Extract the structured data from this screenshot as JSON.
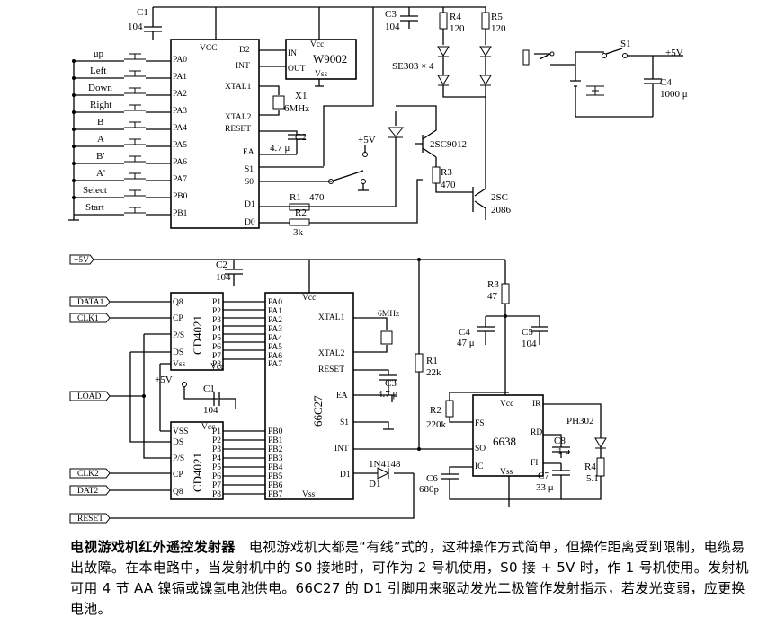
{
  "top": {
    "buttons": [
      "up",
      "Left",
      "Down",
      "Right",
      "B",
      "A",
      "B'",
      "A'",
      "Select",
      "Start"
    ],
    "mcu_pins_left": [
      "PA0",
      "PA1",
      "PA2",
      "PA3",
      "PA4",
      "PA5",
      "PA6",
      "PA7",
      "PB0",
      "PB1"
    ],
    "mcu_pins_right": [
      "D2",
      "INT",
      "XTAL1",
      "XTAL2",
      "RESET",
      "EA",
      "S1",
      "S0",
      "D1",
      "D0"
    ],
    "mcu_vcc": "VCC",
    "ic_name": "W9002",
    "ic_pins": [
      "IN",
      "OUT",
      "Vcc",
      "Vss"
    ],
    "c1": [
      "C1",
      "104"
    ],
    "c3": [
      "C3",
      "104"
    ],
    "r4": [
      "R4",
      "120"
    ],
    "r5": [
      "R5",
      "120"
    ],
    "led_label": "SE303 × 4",
    "x1": [
      "X1",
      "6MHz"
    ],
    "c2": [
      "C2",
      "4.7 μ"
    ],
    "plus5v": "+5V",
    "q1": "2SC9012",
    "r3": [
      "R3",
      "470"
    ],
    "r1": [
      "R1",
      "470"
    ],
    "r2": [
      "R2",
      "3k"
    ],
    "q2": [
      "2SC",
      "2086"
    ],
    "s1": "S1",
    "supply": "+5V",
    "c4": [
      "C4",
      "1000 μ"
    ]
  },
  "bottom": {
    "plus5v_in": "+5V",
    "inputs": [
      "DATA1",
      "CLK1",
      "LOAD",
      "CLK2",
      "DAT2",
      "RESET"
    ],
    "cd4021": "CD4021",
    "cd_pins_a": [
      "Q8",
      "CP",
      "P/S",
      "DS",
      "Vss"
    ],
    "cd_pins_b": [
      "VSS",
      "DS",
      "P/S",
      "CP",
      "Q8"
    ],
    "cd_p_a": [
      "P1",
      "P2",
      "P3",
      "P4",
      "P5",
      "P6",
      "P7",
      "P8"
    ],
    "cd_p_b": [
      "P1",
      "P2",
      "P3",
      "P4",
      "P5",
      "P6",
      "P7",
      "P8"
    ],
    "cd_vcc": "Vcc",
    "c2": [
      "C2",
      "104"
    ],
    "c1": [
      "C1",
      "104"
    ],
    "plus5v_mid": "+5V",
    "mcu": "66C27",
    "mcu_pa": [
      "PA0",
      "PA1",
      "PA2",
      "PA3",
      "PA4",
      "PA5",
      "PA6",
      "PA7"
    ],
    "mcu_pb": [
      "PB0",
      "PB1",
      "PB2",
      "PB3",
      "PB4",
      "PB5",
      "PB6",
      "PB7"
    ],
    "mcu_right": [
      "XTAL1",
      "XTAL2",
      "RESET",
      "EA",
      "S1",
      "INT",
      "D1"
    ],
    "mcu_vcc": "Vcc",
    "mcu_vss": "Vss",
    "xtal": "6MHz",
    "c3": [
      "C3",
      "4.7 μ"
    ],
    "r1": [
      "R1",
      "22k"
    ],
    "r2": [
      "R2",
      "220k"
    ],
    "diode": [
      "1N4148",
      "D1"
    ],
    "r3": [
      "R3",
      "47"
    ],
    "c4": [
      "C4",
      "47 μ"
    ],
    "c5": [
      "C5",
      "104"
    ],
    "ic": "6638",
    "ic_pins": [
      "Vcc",
      "FS",
      "SO",
      "IC",
      "Vss",
      "IR",
      "RD",
      "FI"
    ],
    "c6": [
      "C6",
      "680p"
    ],
    "c7": [
      "C7",
      "33 μ"
    ],
    "c8": [
      "C8",
      "1 μ"
    ],
    "r4": [
      "R4",
      "5.1"
    ],
    "ph": "PH302"
  },
  "caption": {
    "title": "电视游戏机红外遥控发射器",
    "body": "电视游戏机大都是“有线”式的，这种操作方式简单，但操作距离受到限制，电缆易出故障。在本电路中，当发射机中的 S0 接地时，可作为 2 号机使用，S0 接 + 5V 时，作 1 号机使用。发射机可用 4 节 AA 镍镉或镍氢电池供电。66C27 的 D1 引脚用来驱动发光二极管作发射指示，若发光变弱，应更换电池。"
  }
}
